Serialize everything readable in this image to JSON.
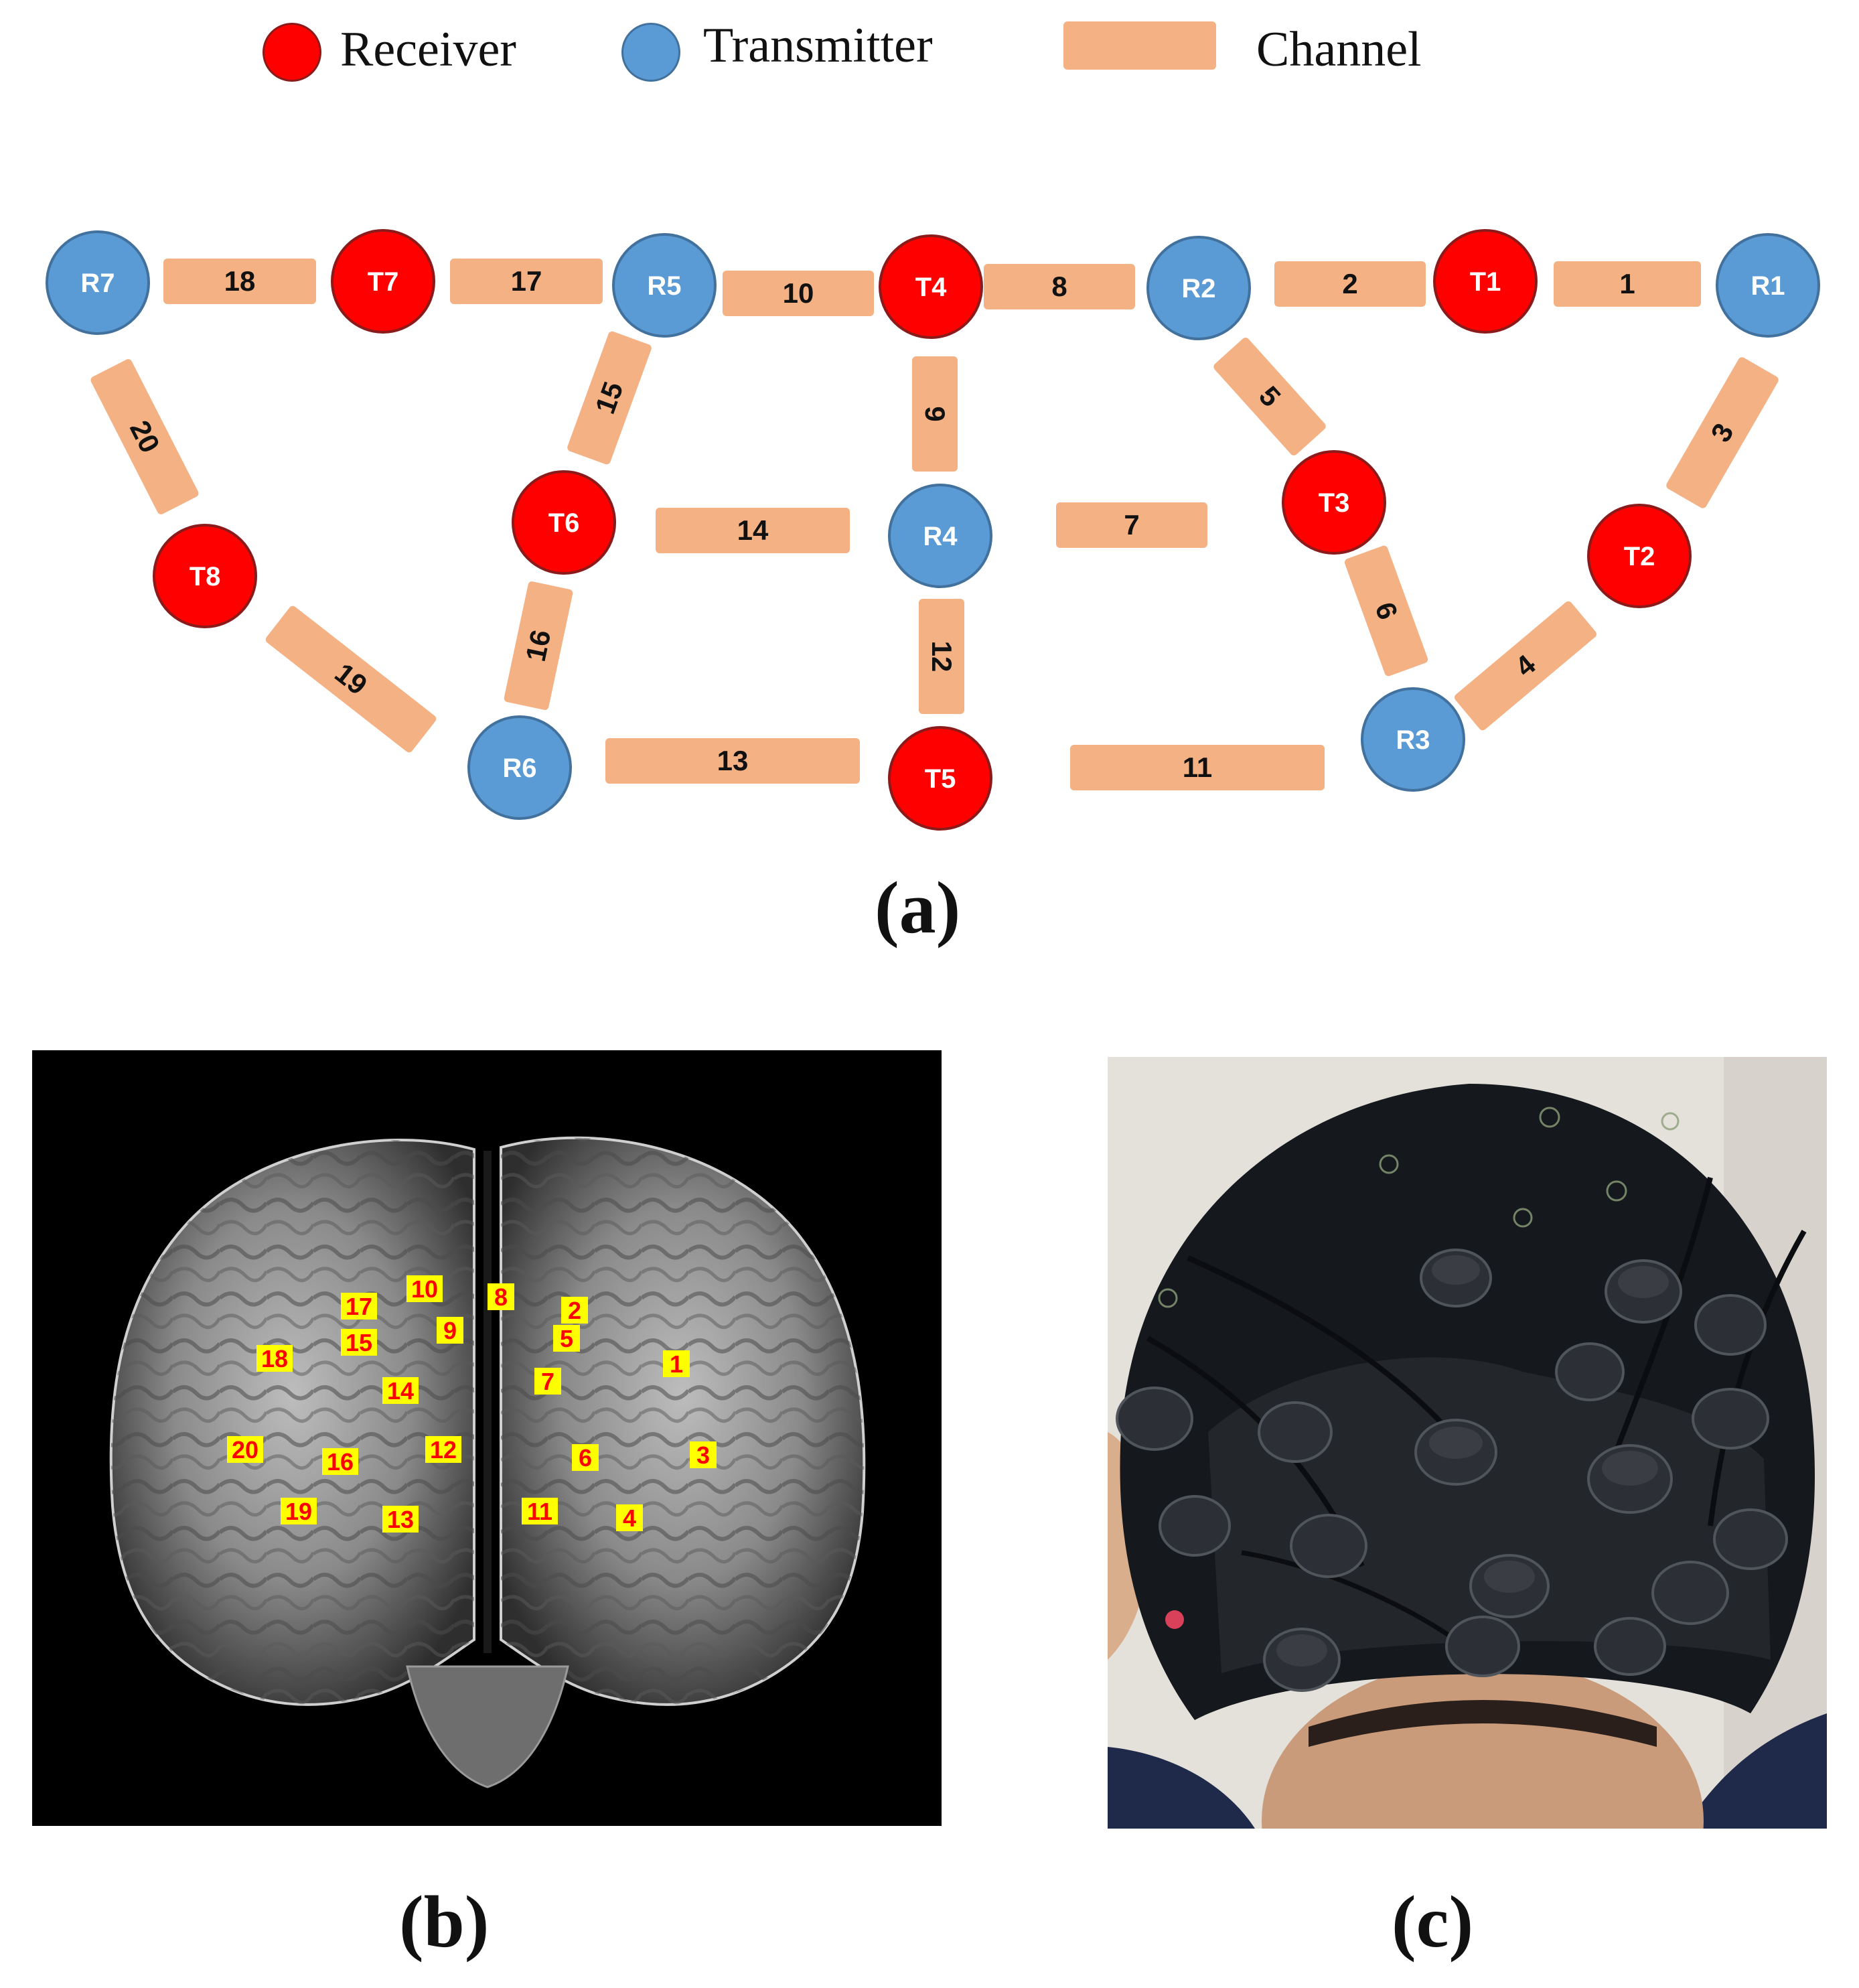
{
  "legend": {
    "receiver_label": "Receiver",
    "transmitter_label": "Transmitter",
    "channel_label": "Channel"
  },
  "colors": {
    "receiver": "#ff0000",
    "transmitter": "#5b9bd5",
    "channel": "#f4b183",
    "node_text": "#ffffff",
    "channel_text": "#111111",
    "marker_fill": "#ffff00",
    "marker_text": "#ff0000"
  },
  "panels": {
    "a": "(a)",
    "b": "(b)",
    "c": "(c)"
  },
  "network": {
    "nodes": [
      {
        "id": "R7",
        "role": "transmitter"
      },
      {
        "id": "T7",
        "role": "receiver"
      },
      {
        "id": "R5",
        "role": "transmitter"
      },
      {
        "id": "T4",
        "role": "receiver"
      },
      {
        "id": "R2",
        "role": "transmitter"
      },
      {
        "id": "T1",
        "role": "receiver"
      },
      {
        "id": "R1",
        "role": "transmitter"
      },
      {
        "id": "T8",
        "role": "receiver"
      },
      {
        "id": "T6",
        "role": "receiver"
      },
      {
        "id": "R4",
        "role": "transmitter"
      },
      {
        "id": "T3",
        "role": "receiver"
      },
      {
        "id": "T2",
        "role": "receiver"
      },
      {
        "id": "R6",
        "role": "transmitter"
      },
      {
        "id": "T5",
        "role": "receiver"
      },
      {
        "id": "R3",
        "role": "transmitter"
      }
    ],
    "channels": [
      {
        "id": "1",
        "from": "T1",
        "to": "R1"
      },
      {
        "id": "2",
        "from": "R2",
        "to": "T1"
      },
      {
        "id": "3",
        "from": "R1",
        "to": "T2"
      },
      {
        "id": "4",
        "from": "T2",
        "to": "R3"
      },
      {
        "id": "5",
        "from": "R2",
        "to": "T3"
      },
      {
        "id": "6",
        "from": "T3",
        "to": "R3"
      },
      {
        "id": "7",
        "from": "R4",
        "to": "T3"
      },
      {
        "id": "8",
        "from": "T4",
        "to": "R2"
      },
      {
        "id": "9",
        "from": "T4",
        "to": "R4"
      },
      {
        "id": "10",
        "from": "R5",
        "to": "T4"
      },
      {
        "id": "11",
        "from": "T5",
        "to": "R3"
      },
      {
        "id": "12",
        "from": "R4",
        "to": "T5"
      },
      {
        "id": "13",
        "from": "R6",
        "to": "T5"
      },
      {
        "id": "14",
        "from": "T6",
        "to": "R4"
      },
      {
        "id": "15",
        "from": "R5",
        "to": "T6"
      },
      {
        "id": "16",
        "from": "T6",
        "to": "R6"
      },
      {
        "id": "17",
        "from": "T7",
        "to": "R5"
      },
      {
        "id": "18",
        "from": "R7",
        "to": "T7"
      },
      {
        "id": "19",
        "from": "T8",
        "to": "R6"
      },
      {
        "id": "20",
        "from": "R7",
        "to": "T8"
      }
    ]
  },
  "brain_markers": [
    "1",
    "2",
    "3",
    "4",
    "5",
    "6",
    "7",
    "8",
    "9",
    "10",
    "11",
    "12",
    "13",
    "14",
    "15",
    "16",
    "17",
    "18",
    "19",
    "20"
  ]
}
